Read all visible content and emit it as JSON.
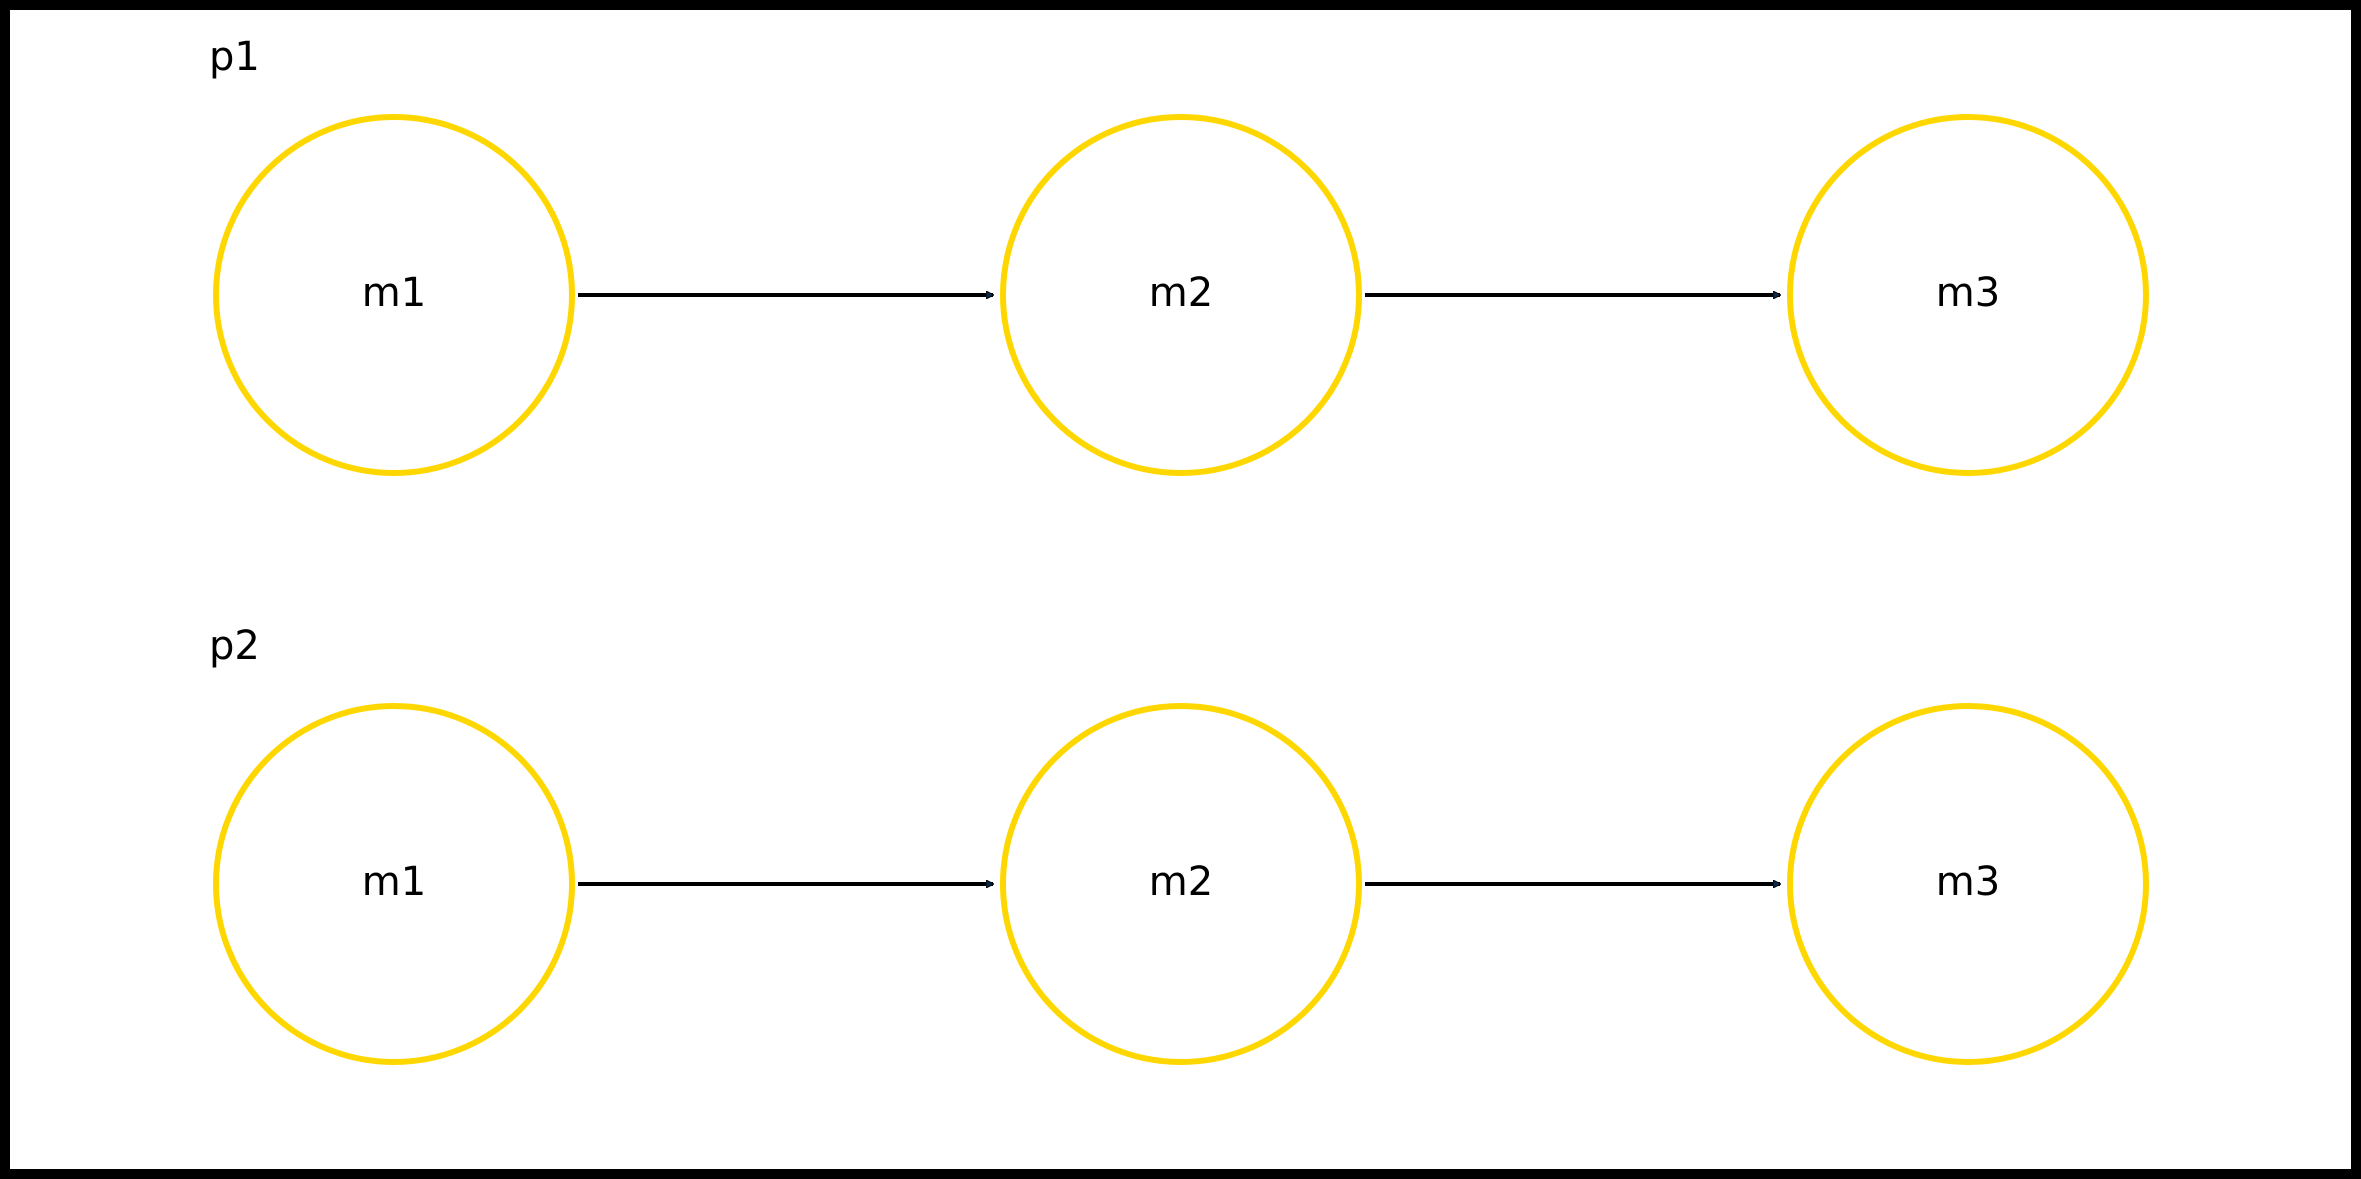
{
  "colors": {
    "node_stroke": "#FFD700",
    "edge_stroke": "#000000",
    "arrow_fill": "#0B2A4A"
  },
  "groups": [
    {
      "label": "p1",
      "nodes": [
        {
          "label": "m1"
        },
        {
          "label": "m2"
        },
        {
          "label": "m3"
        }
      ],
      "edges": [
        {
          "from": "m1",
          "to": "m2"
        },
        {
          "from": "m2",
          "to": "m3"
        }
      ]
    },
    {
      "label": "p2",
      "nodes": [
        {
          "label": "m1"
        },
        {
          "label": "m2"
        },
        {
          "label": "m3"
        }
      ],
      "edges": [
        {
          "from": "m1",
          "to": "m2"
        },
        {
          "from": "m2",
          "to": "m3"
        }
      ]
    }
  ]
}
